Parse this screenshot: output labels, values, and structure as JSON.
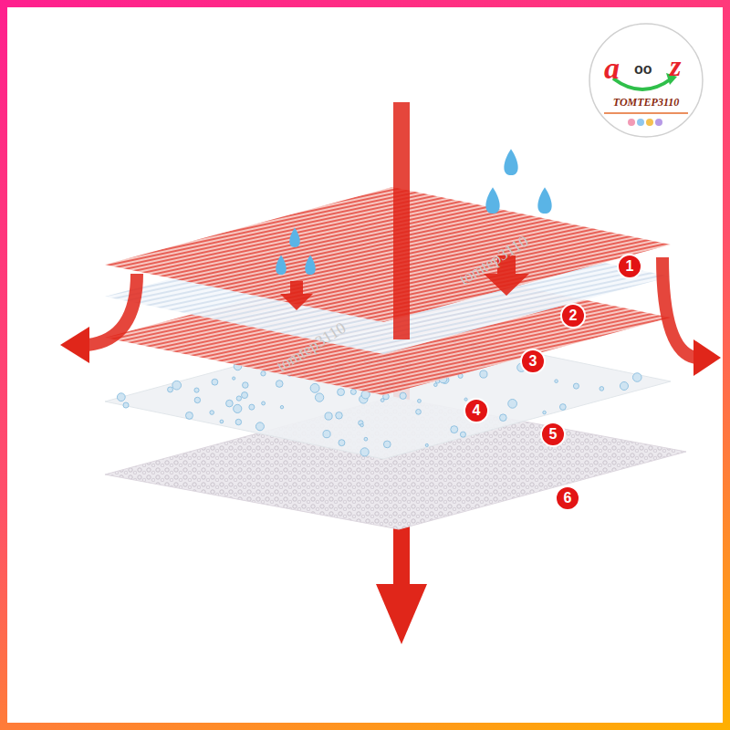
{
  "diagram": {
    "nodes": [
      {
        "text": [
          "1"
        ]
      },
      {
        "text": [
          "2"
        ]
      },
      {
        "text": [
          "3"
        ]
      },
      {
        "text": [
          "4"
        ]
      },
      {
        "text": [
          "5"
        ]
      },
      {
        "text": [
          "6"
        ]
      }
    ],
    "labels": [
      "a",
      "oo",
      "z",
      "TOMTEP3110",
      "tomtep3110",
      "tomtep3110"
    ]
  }
}
